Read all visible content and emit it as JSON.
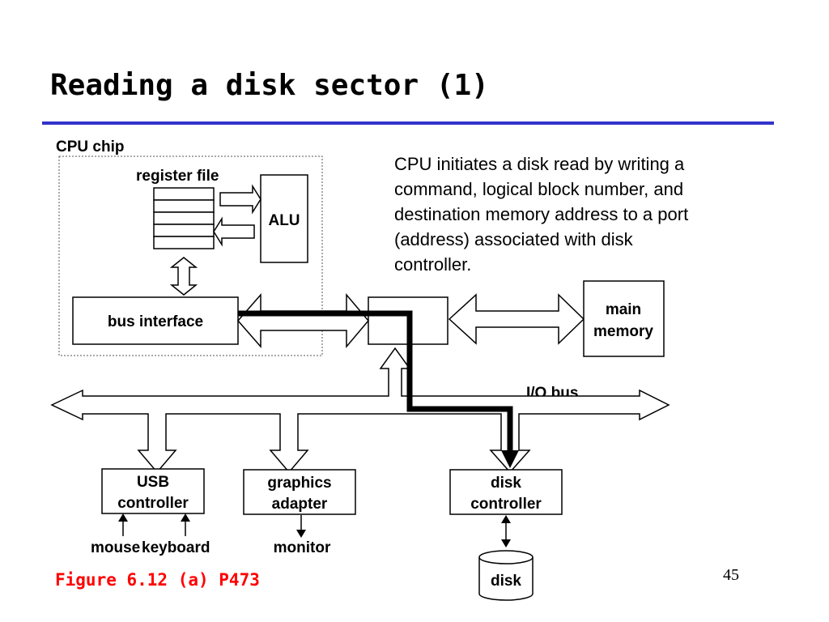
{
  "title": "Reading a disk sector (1)",
  "description": {
    "lines": [
      "CPU initiates a disk read by writing a",
      "command, logical block number, and",
      "destination memory address to a port",
      "(address) associated with disk",
      "controller."
    ]
  },
  "diagram": {
    "cpu_chip": "CPU chip",
    "register_file": "register file",
    "alu": "ALU",
    "bus_interface": "bus interface",
    "main_memory": [
      "main",
      "memory"
    ],
    "io_bus": "I/O bus",
    "usb_controller": [
      "USB",
      "controller"
    ],
    "graphics_adapter": [
      "graphics",
      "adapter"
    ],
    "disk_controller": [
      "disk",
      "controller"
    ],
    "mouse": "mouse",
    "keyboard": "keyboard",
    "monitor": "monitor",
    "disk": "disk"
  },
  "footer": {
    "figure_ref": "Figure 6.12 (a)  P473",
    "page_number": "45"
  },
  "colors": {
    "rule": "#3333cc",
    "figure_ref": "#ff0000",
    "command_path": "#000000"
  }
}
